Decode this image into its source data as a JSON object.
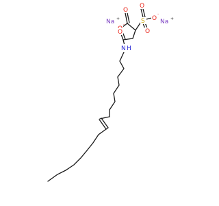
{
  "structure": {
    "atoms": {
      "na1": "Na",
      "na1_charge": "+",
      "na2": "Na",
      "na2_charge": "+",
      "o_carboxyl_double": "O",
      "o_carboxyl_single": "O",
      "o_carboxyl_charge": "-",
      "s": "S",
      "o_sulfo_top": "O",
      "o_sulfo_right": "O",
      "o_sulfo_charge": "-",
      "o_sulfo_bottom": "O",
      "o_amide": "O",
      "n_amide": "N",
      "h_amide": "H"
    },
    "colors": {
      "bond": "#1a1a1a",
      "carbon_text": "#1a1a1a",
      "oxygen": "#e8251b",
      "nitrogen": "#2b2bd4",
      "sulfur": "#c8a200",
      "sodium": "#7a3ec2"
    }
  }
}
